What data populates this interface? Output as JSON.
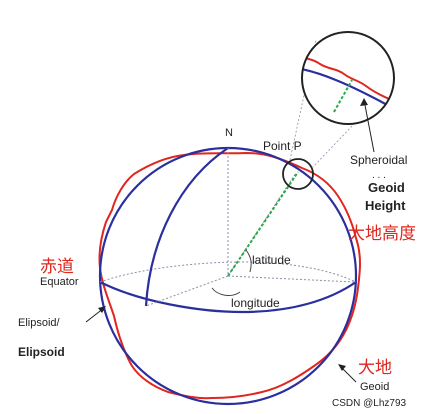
{
  "labels": {
    "north": "N",
    "point": "Point P",
    "spheroidal": "Spheroidal",
    "dots": ". . .",
    "geoid_height_1": "Geoid",
    "geoid_height_2": "Height",
    "latitude": "latitude",
    "longitude": "longitude",
    "equator": "Equator",
    "ellipsoid_1": "Elipsoid/",
    "ellipsoid_2": "Elipsoid",
    "geoid": "Geoid"
  },
  "chinese_labels": {
    "equator_cn": "赤道",
    "geoid_height_cn": "大地高度",
    "geoid_cn": "大地"
  },
  "watermark": "CSDN @Lhz793",
  "colors": {
    "ellipsoid": "#2b2f9e",
    "geoid": "#e0261e",
    "height_line": "#2aa84a",
    "guide": "#8a8fa8"
  }
}
